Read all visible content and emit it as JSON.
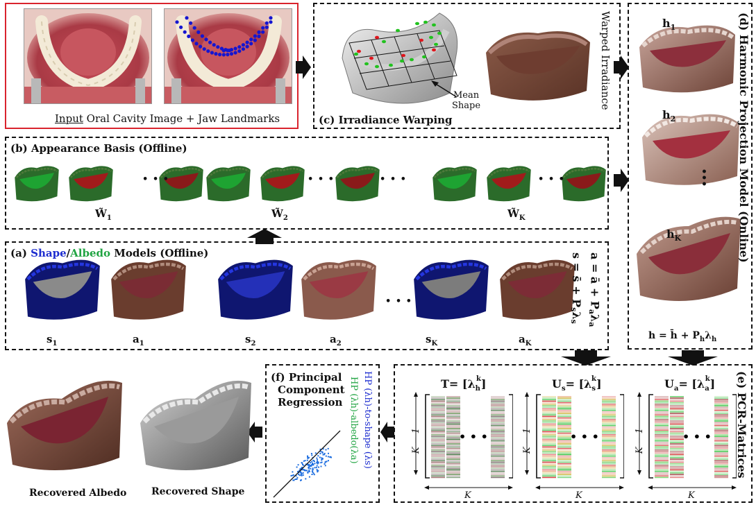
{
  "input": {
    "caption_prefix": "Input",
    "caption_rest": " Oral Cavity Image + Jaw Landmarks"
  },
  "panel_c": {
    "title": "(c) Irradiance  Warping",
    "mean_shape_line1": "Mean",
    "mean_shape_line2": "Shape",
    "side_label": "Warped Irradiance"
  },
  "panel_d": {
    "title": "(d) Harmonic Projection Model (Online)",
    "h1": "h",
    "h1_sub": "1",
    "h2": "h",
    "h2_sub": "2",
    "hK": "h",
    "hK_sub": "K",
    "equation": "h = h̄ + P",
    "equation_sub1": "h",
    "equation_mid": "λ",
    "equation_sub2": "h"
  },
  "panel_b": {
    "title": "(b)  Appearance Basis (Offline)",
    "labels": [
      {
        "main": "W̃",
        "sub": "1"
      },
      {
        "main": "W̃",
        "sub": "2"
      },
      {
        "main": "W̃",
        "sub": "K"
      }
    ],
    "ellipsis": "• • •"
  },
  "panel_a": {
    "title_prefix": "(a) ",
    "title_shape": "Shape",
    "title_slash": "/",
    "title_albedo": "Albedo",
    "title_rest": " Models (Offline)",
    "labels": [
      {
        "main": "s",
        "sub": "1"
      },
      {
        "main": "a",
        "sub": "1"
      },
      {
        "main": "s",
        "sub": "2"
      },
      {
        "main": "a",
        "sub": "2"
      },
      {
        "main": "s",
        "sub": "K"
      },
      {
        "main": "a",
        "sub": "K"
      }
    ],
    "eq1": "a = ā + P",
    "eq1_sub": "a",
    "eq1_end": "λ",
    "eq1_end_sub": "a",
    "eq2": "s = s̄ + P",
    "eq2_sub": "s",
    "eq2_end": "λ",
    "eq2_end_sub": "s",
    "ellipsis": "• • •"
  },
  "panel_e": {
    "title": "(e) PCR-Matrices",
    "matrices": [
      {
        "name": "T",
        "rhs": "= [λ",
        "sub": "h",
        "sup": "k",
        "close": "]"
      },
      {
        "name": "U",
        "name_sub": "s",
        "rhs": "= [λ",
        "sub": "s",
        "sup": "k",
        "close": "]"
      },
      {
        "name": "U",
        "name_sub": "a",
        "rhs": "= [λ",
        "sub": "a",
        "sup": "k",
        "close": "]"
      }
    ],
    "row_dim": "K − 1",
    "col_dim": "K",
    "ellipsis": "• • •"
  },
  "panel_f": {
    "title_line1": "(f) Principal",
    "title_line2": "Component",
    "title_line3": "Regression",
    "label_blue": "HP (λh)-to-shape (λs)",
    "label_green": "HP (λh)-albedo(λa)"
  },
  "outputs": {
    "albedo": "Recovered Albedo",
    "shape": "Recovered Shape"
  },
  "colors": {
    "input_border": "#d9232d",
    "shape_blue": "#1c2ccf",
    "albedo_green": "#20a442",
    "landmark_blue": "#1515d0"
  }
}
